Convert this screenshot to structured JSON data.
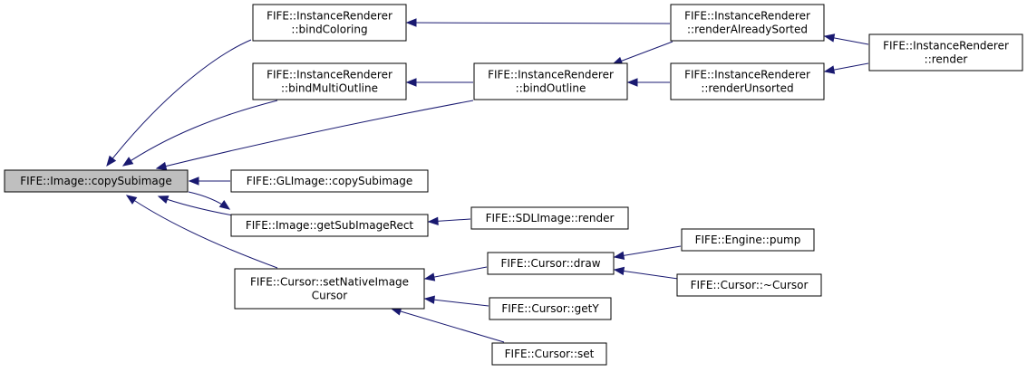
{
  "diagram": {
    "nodes": [
      {
        "id": "copySubimage",
        "lines": [
          "FIFE::Image::copySubimage"
        ],
        "highlighted": true
      },
      {
        "id": "bindColoring",
        "lines": [
          "FIFE::InstanceRenderer",
          "::bindColoring"
        ]
      },
      {
        "id": "bindMultiOutline",
        "lines": [
          "FIFE::InstanceRenderer",
          "::bindMultiOutline"
        ]
      },
      {
        "id": "bindOutline",
        "lines": [
          "FIFE::InstanceRenderer",
          "::bindOutline"
        ]
      },
      {
        "id": "renderAlreadySorted",
        "lines": [
          "FIFE::InstanceRenderer",
          "::renderAlreadySorted"
        ]
      },
      {
        "id": "renderUnsorted",
        "lines": [
          "FIFE::InstanceRenderer",
          "::renderUnsorted"
        ]
      },
      {
        "id": "render",
        "lines": [
          "FIFE::InstanceRenderer",
          "::render"
        ]
      },
      {
        "id": "glCopySubimage",
        "lines": [
          "FIFE::GLImage::copySubimage"
        ]
      },
      {
        "id": "getSubImageRect",
        "lines": [
          "FIFE::Image::getSubImageRect"
        ]
      },
      {
        "id": "sdlRender",
        "lines": [
          "FIFE::SDLImage::render"
        ]
      },
      {
        "id": "setNativeImageCursor",
        "lines": [
          "FIFE::Cursor::setNativeImage",
          "Cursor"
        ]
      },
      {
        "id": "cursorDraw",
        "lines": [
          "FIFE::Cursor::draw"
        ]
      },
      {
        "id": "enginePump",
        "lines": [
          "FIFE::Engine::pump"
        ]
      },
      {
        "id": "cursorDtor",
        "lines": [
          "FIFE::Cursor::~Cursor"
        ]
      },
      {
        "id": "cursorGetY",
        "lines": [
          "FIFE::Cursor::getY"
        ]
      },
      {
        "id": "cursorSet",
        "lines": [
          "FIFE::Cursor::set"
        ]
      }
    ],
    "edges": [
      {
        "from": "bindColoring",
        "to": "copySubimage"
      },
      {
        "from": "bindMultiOutline",
        "to": "copySubimage"
      },
      {
        "from": "bindOutline",
        "to": "copySubimage"
      },
      {
        "from": "glCopySubimage",
        "to": "copySubimage"
      },
      {
        "from": "getSubImageRect",
        "to": "copySubimage"
      },
      {
        "from": "copySubimage",
        "to": "getSubImageRect"
      },
      {
        "from": "setNativeImageCursor",
        "to": "copySubimage"
      },
      {
        "from": "renderAlreadySorted",
        "to": "bindColoring"
      },
      {
        "from": "bindOutline",
        "to": "bindMultiOutline"
      },
      {
        "from": "renderAlreadySorted",
        "to": "bindOutline"
      },
      {
        "from": "renderUnsorted",
        "to": "bindOutline"
      },
      {
        "from": "render",
        "to": "renderAlreadySorted"
      },
      {
        "from": "render",
        "to": "renderUnsorted"
      },
      {
        "from": "sdlRender",
        "to": "getSubImageRect"
      },
      {
        "from": "cursorDraw",
        "to": "setNativeImageCursor"
      },
      {
        "from": "cursorGetY",
        "to": "setNativeImageCursor"
      },
      {
        "from": "cursorSet",
        "to": "setNativeImageCursor"
      },
      {
        "from": "enginePump",
        "to": "cursorDraw"
      },
      {
        "from": "cursorDtor",
        "to": "cursorDraw"
      }
    ],
    "colors": {
      "edge": "#191970",
      "node_fill": "#ffffff",
      "node_border": "#000000",
      "highlight_fill": "#bfbfbf"
    }
  }
}
